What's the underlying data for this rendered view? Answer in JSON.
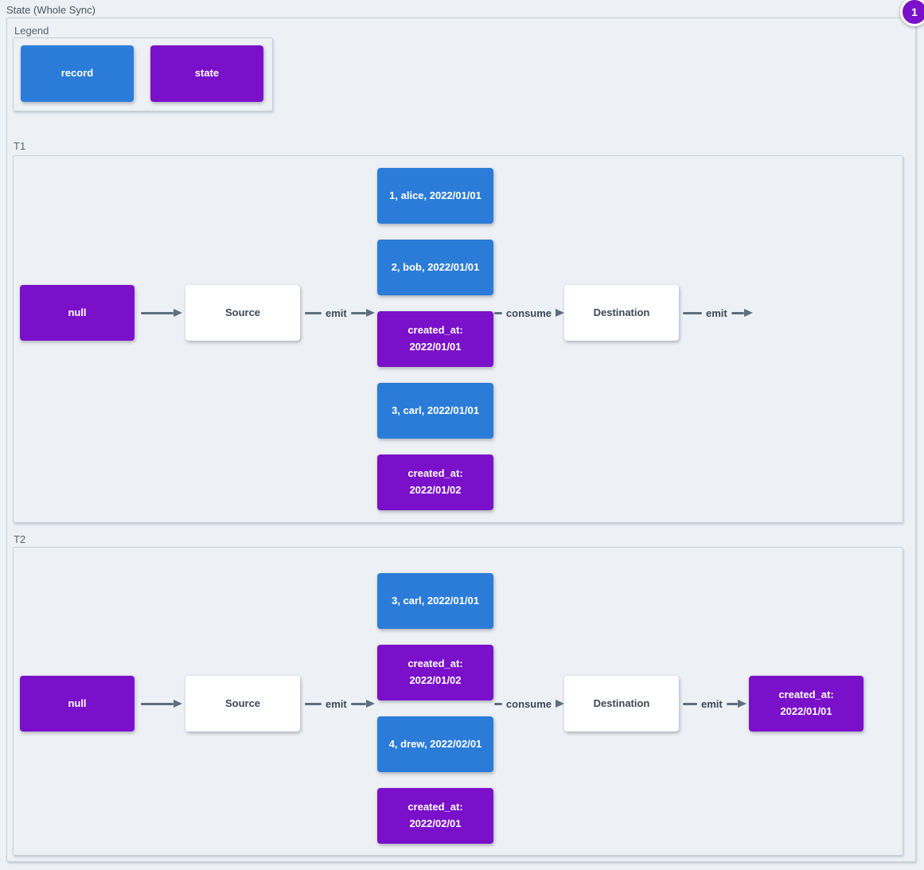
{
  "title": "State (Whole Sync)",
  "badge": "1",
  "colors": {
    "record": "#2b7cd9",
    "state": "#7a10c9",
    "arrow": "#5f6e7e",
    "background": "#edf0f4"
  },
  "legend": {
    "label": "Legend",
    "record_label": "record",
    "state_label": "state"
  },
  "t1": {
    "label": "T1",
    "nodes": {
      "start": "null",
      "source": "Source",
      "destination": "Destination"
    },
    "edges": {
      "emit_source": "emit",
      "consume": "consume",
      "emit_destination": "emit"
    },
    "records": [
      {
        "text": "1, alice, 2022/01/01",
        "kind": "record"
      },
      {
        "text": "2, bob, 2022/01/01",
        "kind": "record"
      },
      {
        "text": "created_at:\n2022/01/01",
        "kind": "state"
      },
      {
        "text": "3, carl, 2022/01/01",
        "kind": "record"
      },
      {
        "text": "created_at:\n2022/01/02",
        "kind": "state"
      }
    ]
  },
  "t2": {
    "label": "T2",
    "nodes": {
      "start": "null",
      "source": "Source",
      "destination": "Destination",
      "result": "created_at:\n2022/01/01"
    },
    "edges": {
      "emit_source": "emit",
      "consume": "consume",
      "emit_destination": "emit"
    },
    "records": [
      {
        "text": "3, carl, 2022/01/01",
        "kind": "record"
      },
      {
        "text": "created_at:\n2022/01/02",
        "kind": "state"
      },
      {
        "text": "4, drew, 2022/02/01",
        "kind": "record"
      },
      {
        "text": "created_at:\n2022/02/01",
        "kind": "state"
      }
    ]
  }
}
